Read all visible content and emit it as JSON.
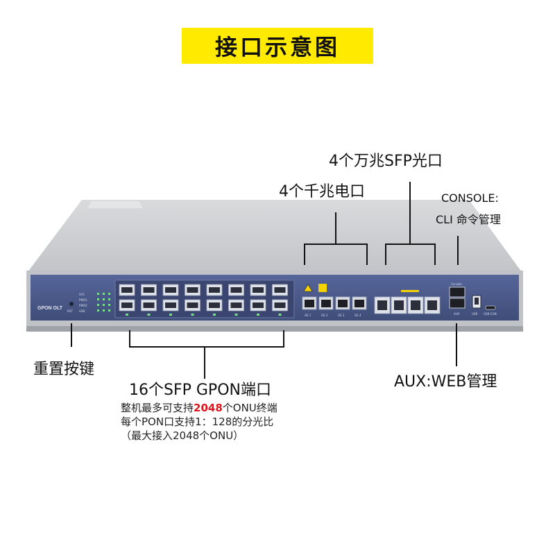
{
  "title": "接口示意图",
  "device": {
    "model_label": "GPON OLT",
    "led_labels": [
      "SYS",
      "PWR1",
      "PWR2",
      "USB"
    ],
    "rst_label": "RST",
    "ge_ports": [
      "GE 1",
      "GE 2",
      "GE 3",
      "GE 4"
    ],
    "console_label": "Console",
    "aux_label": "AUX",
    "usb_label": "USB",
    "usb_con_label": "USB-CON"
  },
  "annotations": {
    "sfp10g": "4个万兆SFP光口",
    "ge": "4个千兆电口",
    "console_line1": "CONSOLE:",
    "console_line2": "CLI 命令管理",
    "reset": "重置按键",
    "pon": "16个SFP GPON端口",
    "aux": "AUX:WEB管理"
  },
  "note": {
    "line1_prefix": "整机最多可支持",
    "line1_highlight": "2048",
    "line1_suffix": "个ONU终端",
    "line2": "每个PON口支持1：128的分光比",
    "line3": "（最大接入2048个ONU）"
  },
  "colors": {
    "title_bg": "#ffea00",
    "highlight": "#e0141a",
    "panel": "#4a5a86",
    "chassis": "#c9cbce"
  }
}
